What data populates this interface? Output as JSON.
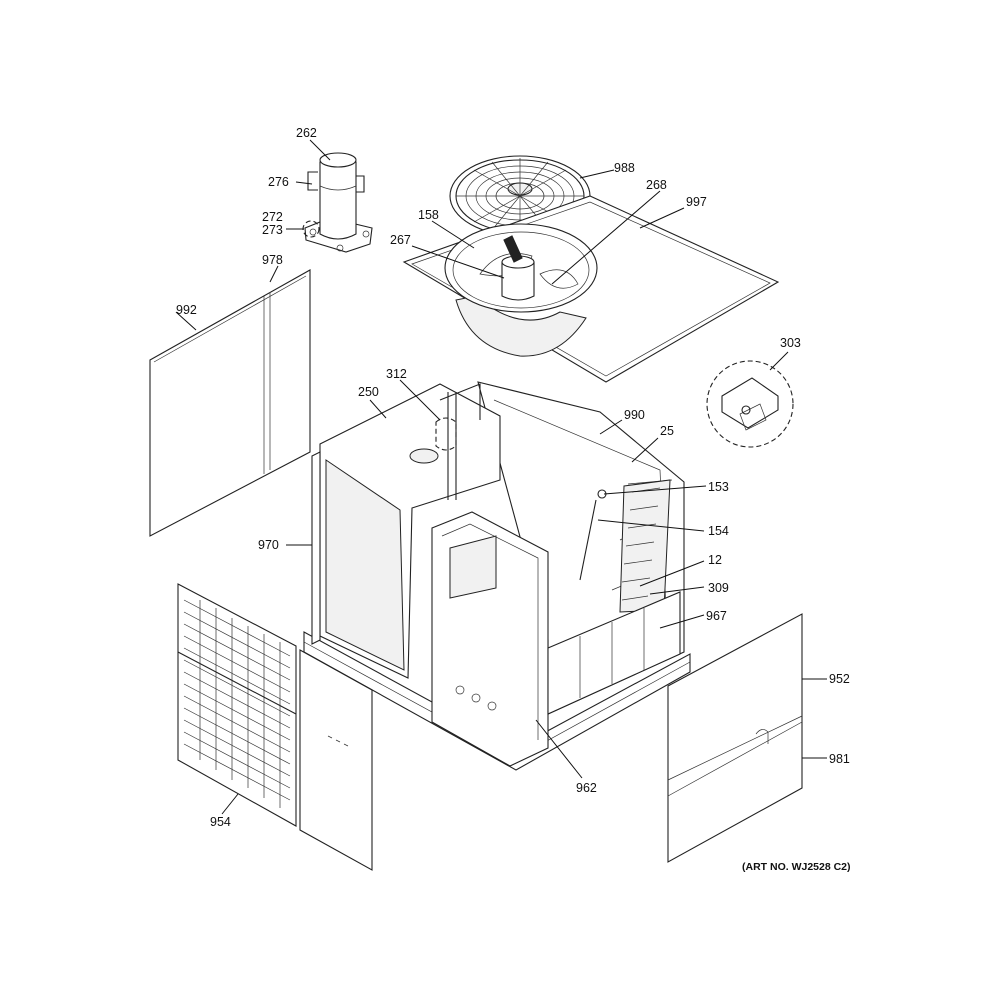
{
  "art_number": "(ART NO. WJ2528 C2)",
  "callouts": {
    "c262": "262",
    "c276": "276",
    "c272": "272",
    "c273": "273",
    "c988": "988",
    "c268": "268",
    "c997": "997",
    "c158": "158",
    "c267": "267",
    "c978": "978",
    "c992": "992",
    "c303": "303",
    "c312": "312",
    "c250": "250",
    "c990": "990",
    "c25": "25",
    "c153": "153",
    "c154": "154",
    "c970": "970",
    "c12": "12",
    "c309": "309",
    "c967": "967",
    "c952": "952",
    "c981": "981",
    "c962": "962",
    "c954": "954"
  }
}
